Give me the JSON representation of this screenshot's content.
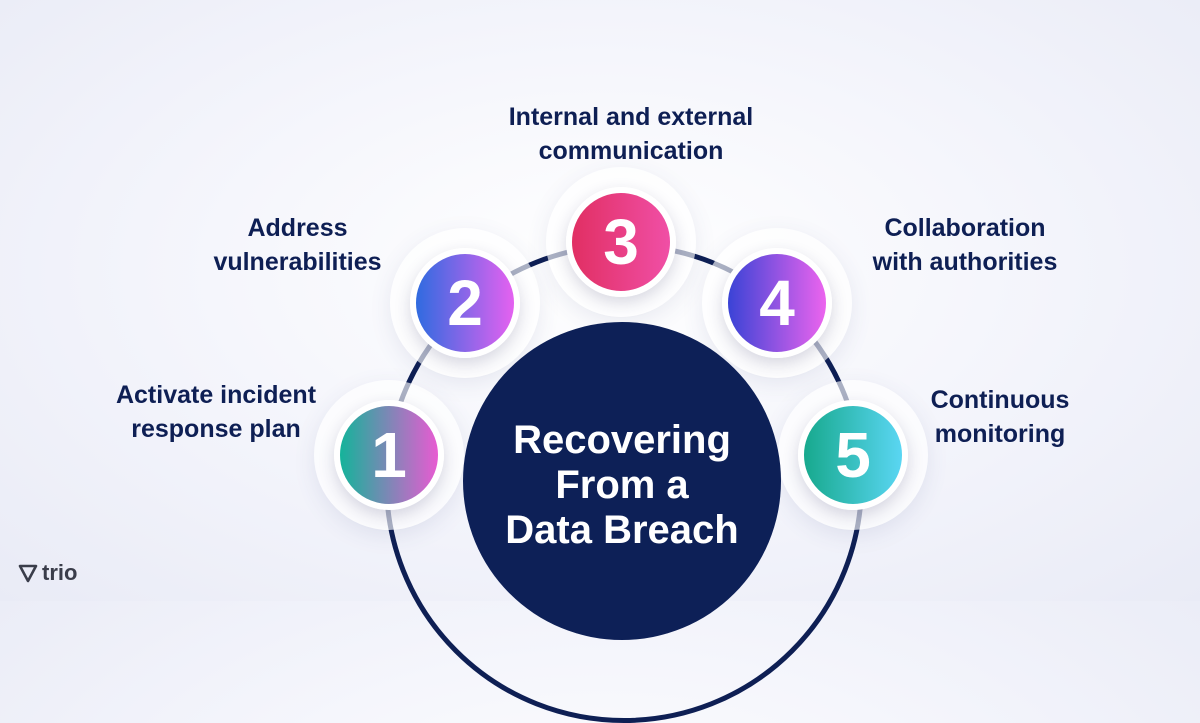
{
  "center": {
    "title": "Recovering\nFrom a\nData Breach"
  },
  "steps": [
    {
      "number": "1",
      "label": "Activate incident\nresponse plan",
      "gradient": [
        "#14b39a",
        "#e85bd2"
      ]
    },
    {
      "number": "2",
      "label": "Address\nvulnerabilities",
      "gradient": [
        "#2f6be0",
        "#e561f0"
      ]
    },
    {
      "number": "3",
      "label": "Internal and external\ncommunication",
      "gradient": [
        "#e12f63",
        "#f04fa6"
      ]
    },
    {
      "number": "4",
      "label": "Collaboration\nwith authorities",
      "gradient": [
        "#3a43d6",
        "#ec64ee"
      ]
    },
    {
      "number": "5",
      "label": "Continuous\nmonitoring",
      "gradient": [
        "#17a98d",
        "#5ad6f3"
      ]
    }
  ],
  "logo": {
    "text": "trio",
    "icon": "trio-shield-icon"
  },
  "colors": {
    "navy": "#0d2057",
    "label": "#0e1f54",
    "background": "#f3f4fb"
  }
}
